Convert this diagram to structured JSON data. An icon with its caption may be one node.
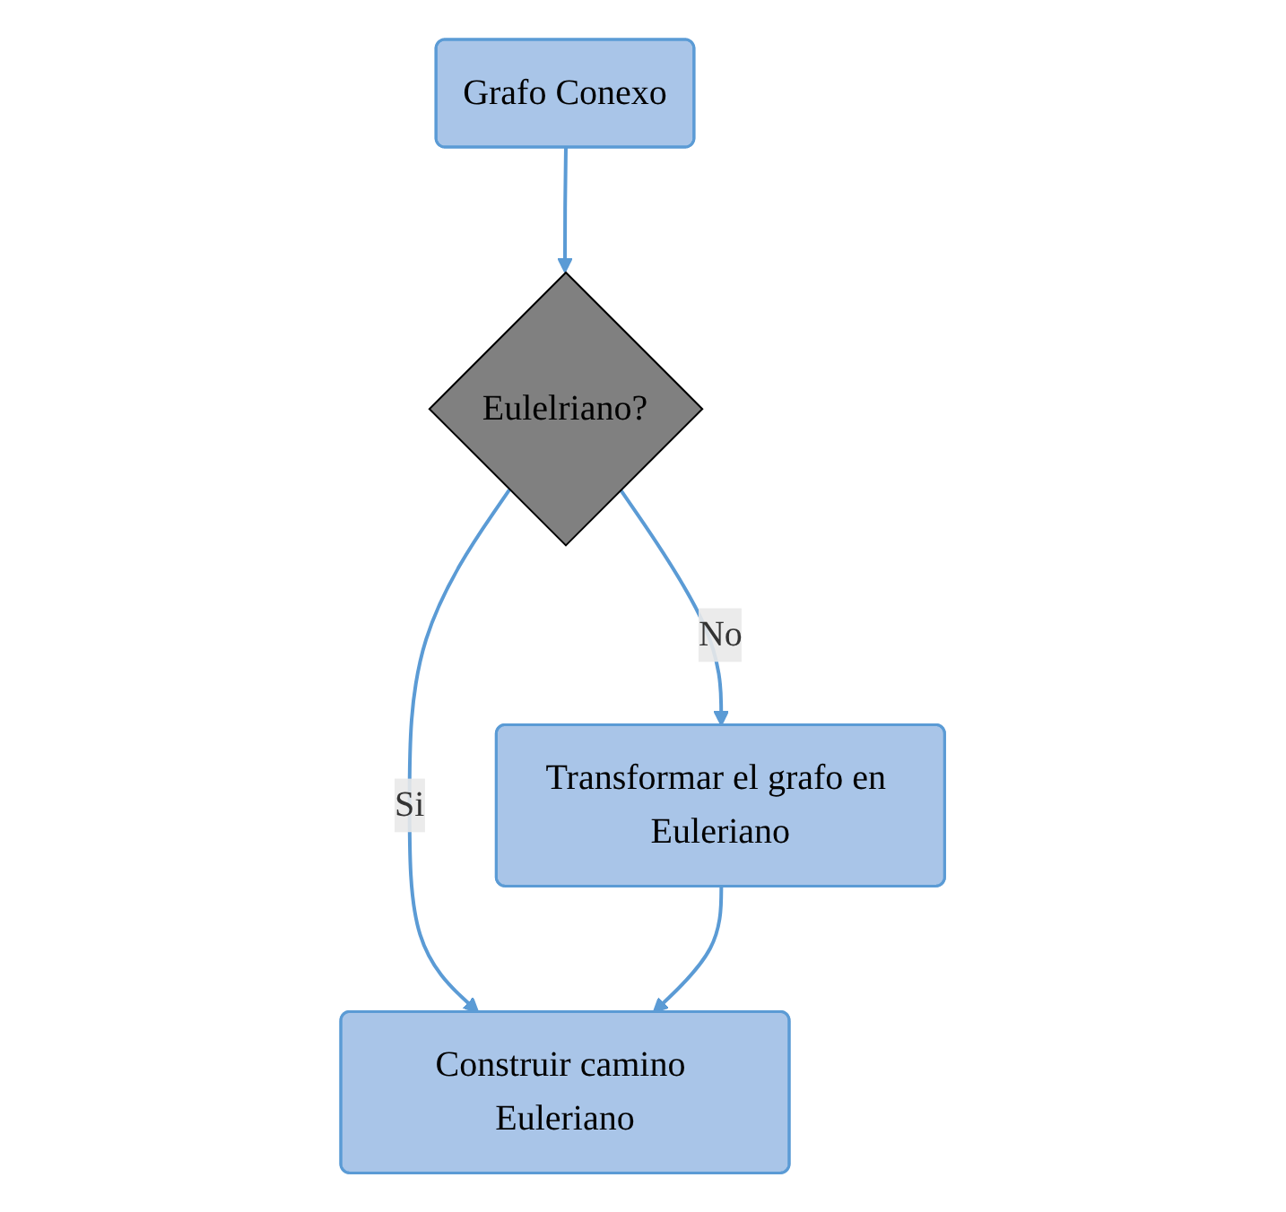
{
  "diagram": {
    "nodes": [
      {
        "text": [
          "Grafo Conexo"
        ]
      },
      {
        "text": [
          "Eulelriano?"
        ]
      },
      {
        "text": [
          "Construir camino Euleriano"
        ]
      },
      {
        "text": [
          "Transformar el grafo en Euleriano"
        ]
      }
    ],
    "edges": [
      {
        "from": 0,
        "to": 1,
        "arrow": "to"
      },
      {
        "from": 1,
        "to": 2,
        "arrow": "to",
        "label": "Si"
      },
      {
        "from": 1,
        "to": 3,
        "arrow": "to",
        "label": "No"
      },
      {
        "from": 3,
        "to": 2,
        "arrow": "to"
      }
    ]
  }
}
